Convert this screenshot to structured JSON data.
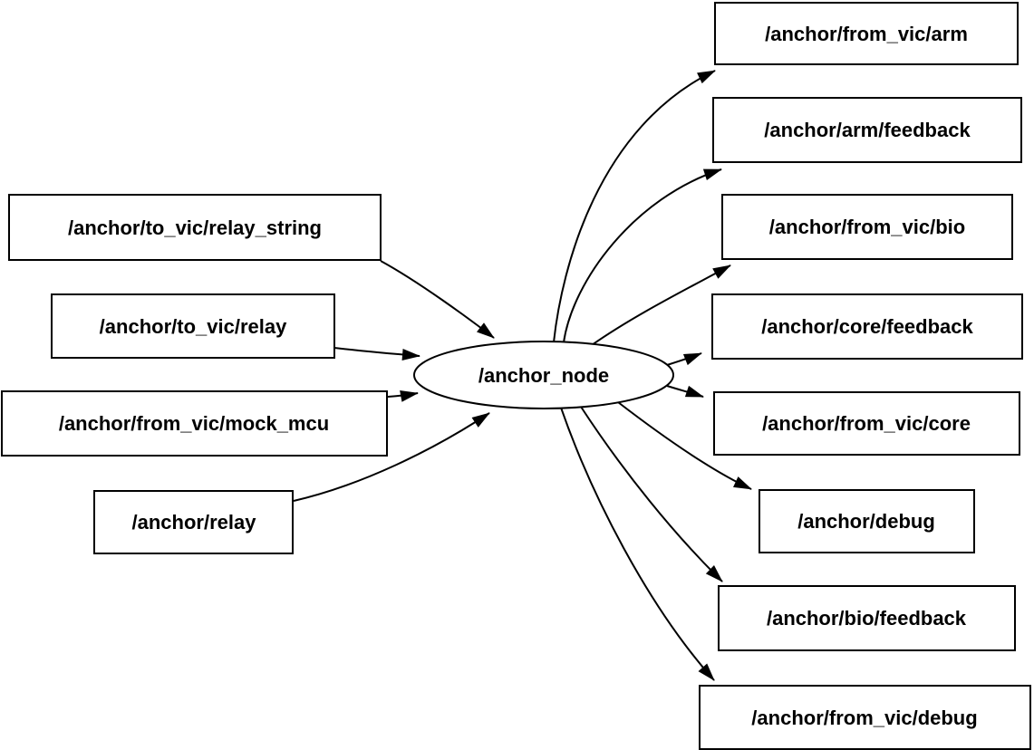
{
  "diagram": {
    "center_node": {
      "label": "/anchor_node"
    },
    "input_topics": [
      {
        "label": "/anchor/to_vic/relay_string"
      },
      {
        "label": "/anchor/to_vic/relay"
      },
      {
        "label": "/anchor/from_vic/mock_mcu"
      },
      {
        "label": "/anchor/relay"
      }
    ],
    "output_topics": [
      {
        "label": "/anchor/from_vic/arm"
      },
      {
        "label": "/anchor/arm/feedback"
      },
      {
        "label": "/anchor/from_vic/bio"
      },
      {
        "label": "/anchor/core/feedback"
      },
      {
        "label": "/anchor/from_vic/core"
      },
      {
        "label": "/anchor/debug"
      },
      {
        "label": "/anchor/bio/feedback"
      },
      {
        "label": "/anchor/from_vic/debug"
      }
    ],
    "edges": [
      {
        "from": "/anchor/to_vic/relay_string",
        "to": "/anchor_node"
      },
      {
        "from": "/anchor/to_vic/relay",
        "to": "/anchor_node"
      },
      {
        "from": "/anchor/from_vic/mock_mcu",
        "to": "/anchor_node"
      },
      {
        "from": "/anchor/relay",
        "to": "/anchor_node"
      },
      {
        "from": "/anchor_node",
        "to": "/anchor/from_vic/arm"
      },
      {
        "from": "/anchor_node",
        "to": "/anchor/arm/feedback"
      },
      {
        "from": "/anchor_node",
        "to": "/anchor/from_vic/bio"
      },
      {
        "from": "/anchor_node",
        "to": "/anchor/core/feedback"
      },
      {
        "from": "/anchor_node",
        "to": "/anchor/from_vic/core"
      },
      {
        "from": "/anchor_node",
        "to": "/anchor/debug"
      },
      {
        "from": "/anchor_node",
        "to": "/anchor/bio/feedback"
      },
      {
        "from": "/anchor_node",
        "to": "/anchor/from_vic/debug"
      }
    ],
    "colors": {
      "stroke": "#000000",
      "background": "#ffffff",
      "node_fill": "#ffffff"
    }
  }
}
